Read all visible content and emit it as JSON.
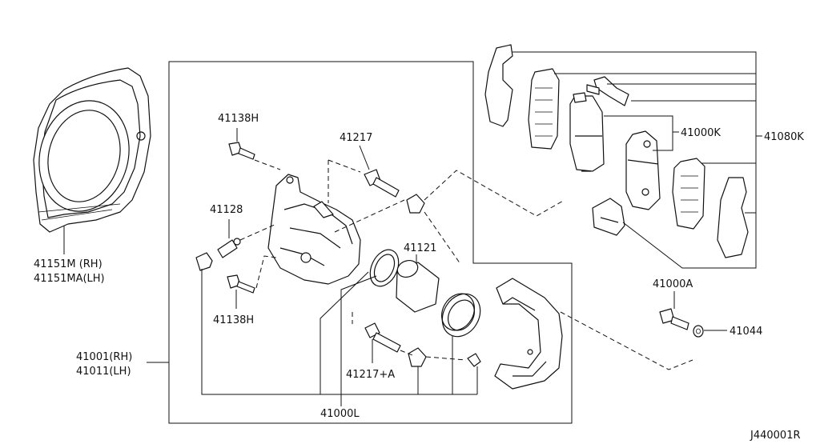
{
  "diagram_id": "J440001R",
  "labels": {
    "dust_shield": [
      "41151M (RH)",
      "41151MA(LH)"
    ],
    "caliper_assembly": [
      "41001(RH)",
      "41011(LH)"
    ],
    "sleeve_bolt_upper": "41138H",
    "sleeve_bolt_lower": "41138H",
    "bleeder": "41128",
    "guide_pin_upper": "41217",
    "guide_pin_lower": "41217+A",
    "piston": "41121",
    "seal_kit": "41000L",
    "pad_kit": "41000K",
    "pad_hardware_kit": "41080K",
    "mounting_bolt": "41000A",
    "washer": "41044"
  }
}
